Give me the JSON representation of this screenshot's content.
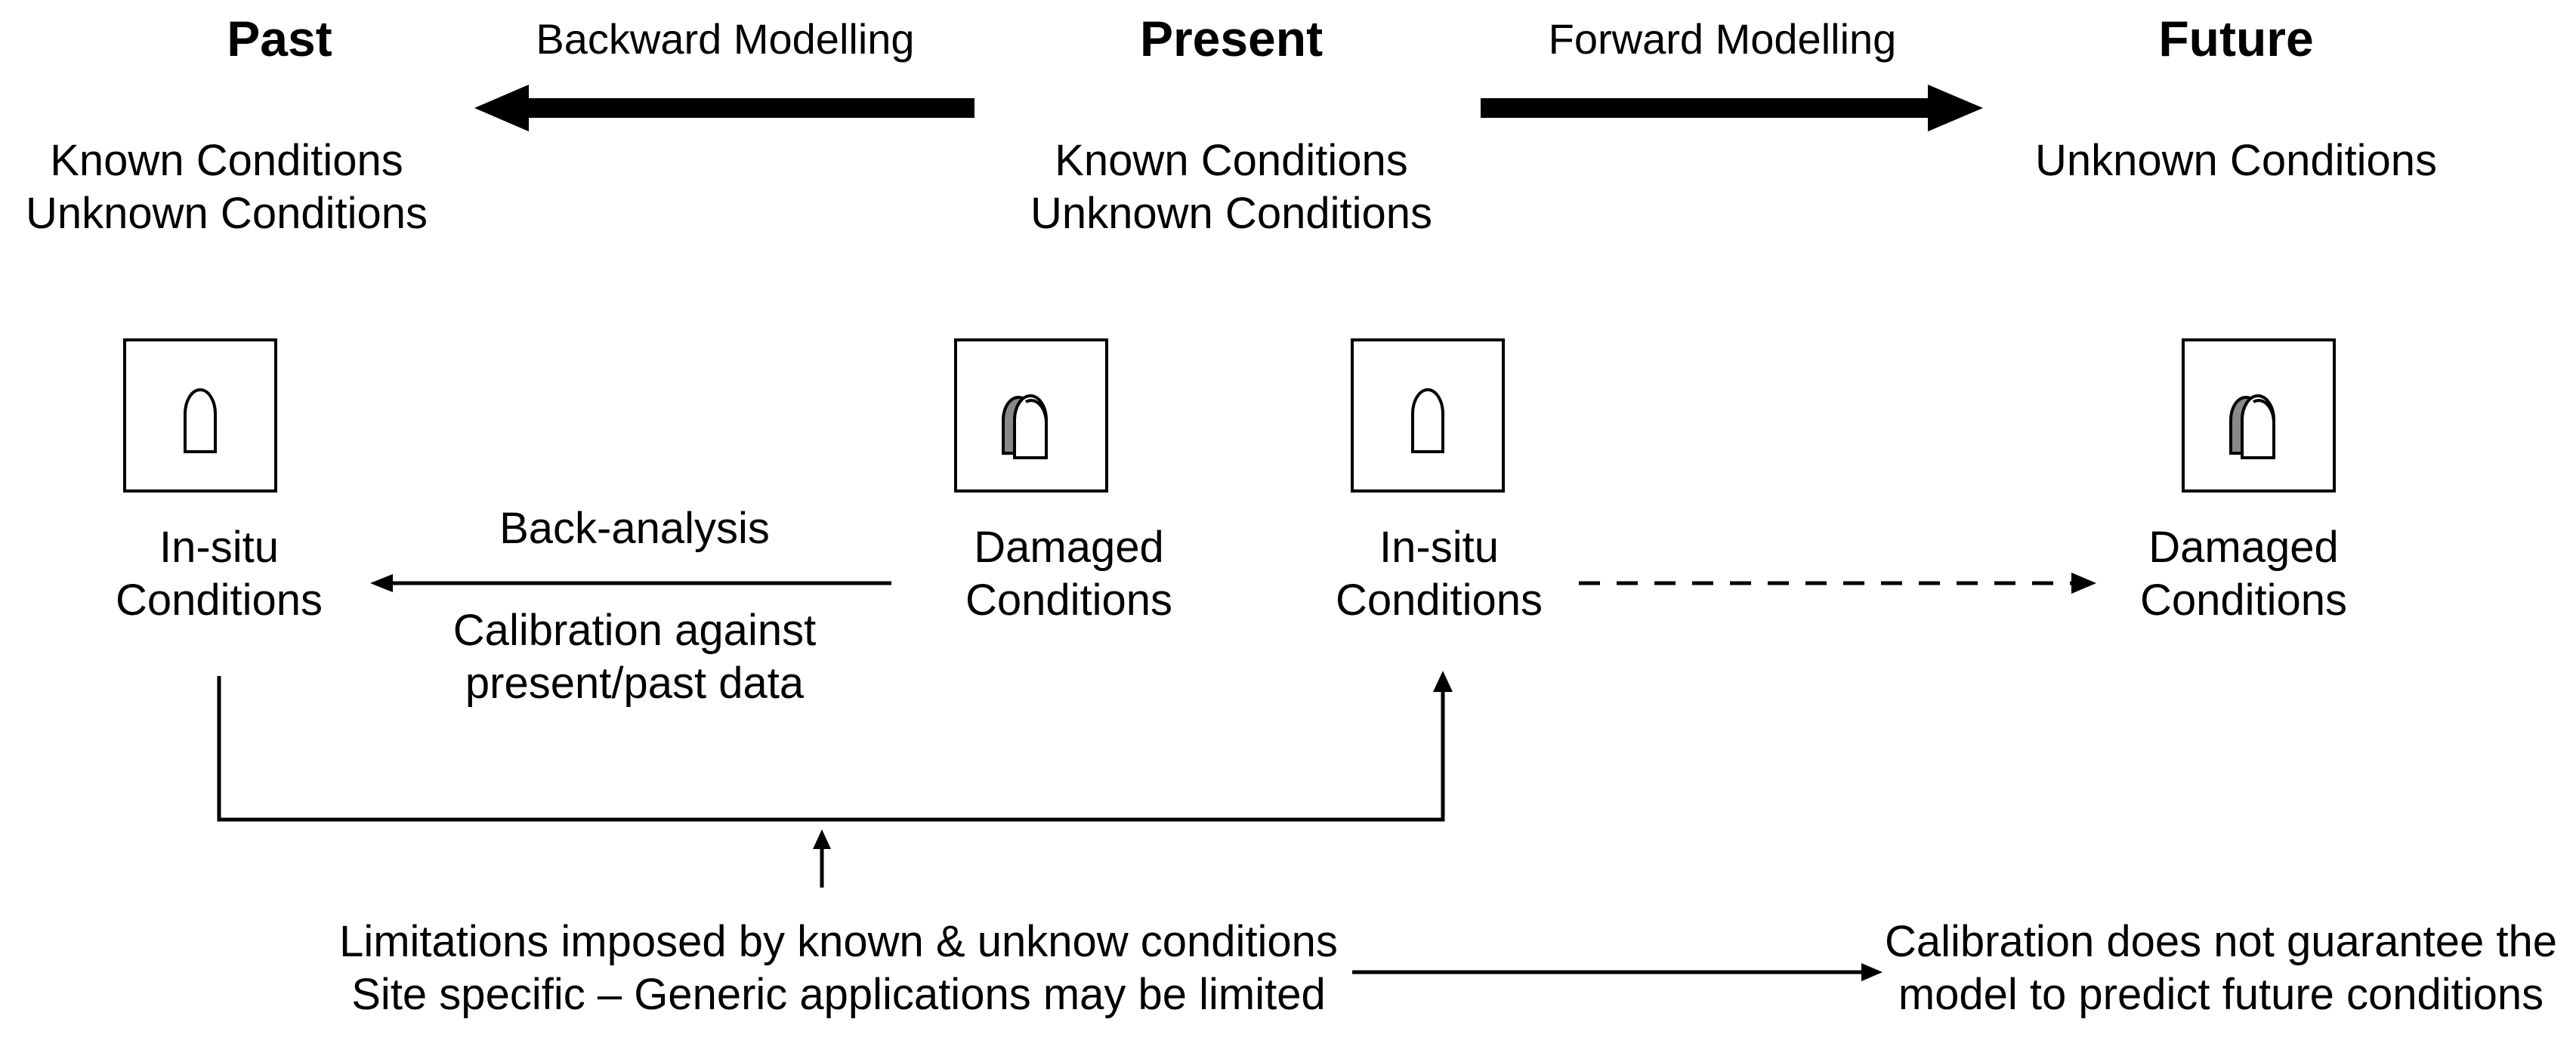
{
  "headings": {
    "past": "Past",
    "present": "Present",
    "future": "Future"
  },
  "modelling": {
    "backward": "Backward Modelling",
    "forward": "Forward Modelling"
  },
  "conditions": {
    "past": [
      "Known Conditions",
      "Unknown Conditions"
    ],
    "present": [
      "Known Conditions",
      "Unknown Conditions"
    ],
    "future": [
      "Unknown Conditions"
    ]
  },
  "nodes": {
    "past_insitu": [
      "In-situ",
      "Conditions"
    ],
    "present_damaged": [
      "Damaged",
      "Conditions"
    ],
    "present_insitu": [
      "In-situ",
      "Conditions"
    ],
    "future_damaged": [
      "Damaged",
      "Conditions"
    ]
  },
  "back_analysis": {
    "label": "Back-analysis",
    "calibration": [
      "Calibration against",
      "present/past data"
    ]
  },
  "notes": {
    "limitations": [
      "Limitations imposed by known & unknow conditions",
      "Site specific – Generic applications may be limited"
    ],
    "guarantee": [
      "Calibration does not guarantee the",
      "model to predict future conditions"
    ]
  }
}
